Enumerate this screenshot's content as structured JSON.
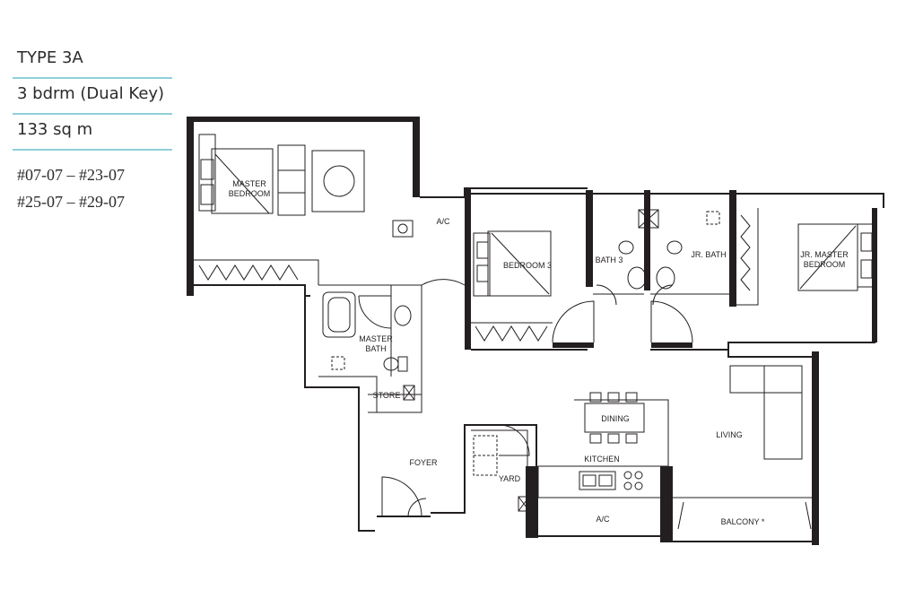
{
  "unit": {
    "type": "TYPE 3A",
    "bedrooms": "3 bdrm (Dual Key)",
    "area": "133 sq m",
    "units": [
      "#07-07 – #23-07",
      "#25-07 – #29-07"
    ]
  },
  "rooms": {
    "master_bedroom": [
      "MASTER",
      "BEDROOM"
    ],
    "ac_top": "A/C",
    "bedroom3": "BEDROOM 3",
    "bath3": "BATH 3",
    "jr_bath": "JR. BATH",
    "jr_master_bedroom": [
      "JR. MASTER",
      "BEDROOM"
    ],
    "master_bath": [
      "MASTER",
      "BATH"
    ],
    "store": "STORE",
    "dining": "DINING",
    "living": "LIVING",
    "foyer": "FOYER",
    "kitchen": "KITCHEN",
    "yard": "YARD",
    "ac_bottom": "A/C",
    "balcony": "BALCONY *"
  },
  "colors": {
    "accent_rule": "#8fd0d9",
    "line": "#231f20"
  }
}
